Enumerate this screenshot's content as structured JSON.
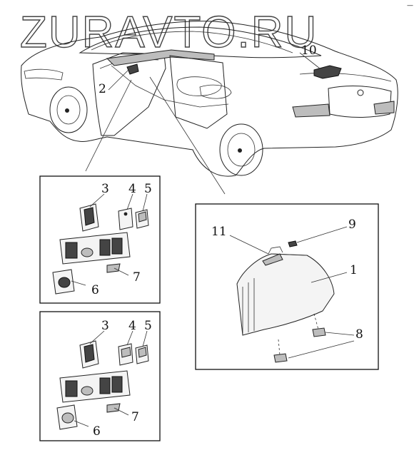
{
  "watermark": "ZURAVTO.RU",
  "corner_mark": "—",
  "callouts": {
    "c1": "1",
    "c2": "2",
    "c3a": "3",
    "c4a": "4",
    "c5a": "5",
    "c6a": "6",
    "c7a": "7",
    "c3b": "3",
    "c4b": "4",
    "c5b": "5",
    "c6b": "6",
    "c7b": "7",
    "c8": "8",
    "c9": "9",
    "c10": "10",
    "c11": "11"
  }
}
